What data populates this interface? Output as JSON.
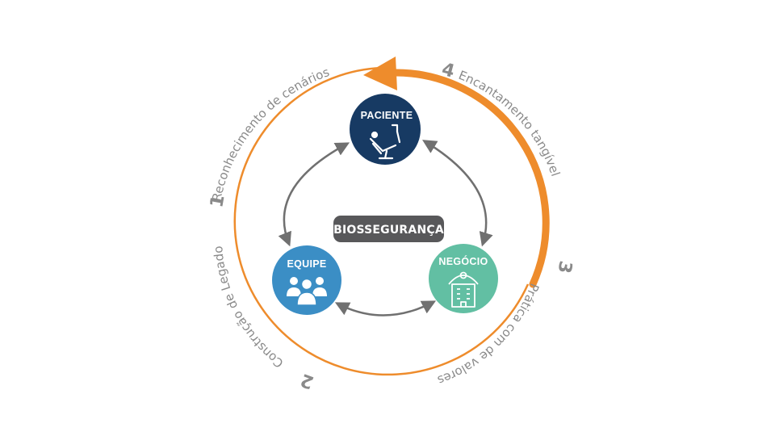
{
  "center": {
    "label": "BIOSSEGURANÇA"
  },
  "nodes": {
    "paciente": {
      "label": "PACIENTE",
      "color": "#173a63"
    },
    "equipe": {
      "label": "EQUIPE",
      "color": "#3b8ec5"
    },
    "negocio": {
      "label": "NEGÓCIO",
      "color": "#62bfa3"
    }
  },
  "steps": [
    {
      "number": "1",
      "label": "Reconhecimento de cenários"
    },
    {
      "number": "2",
      "label": "Construção de Legado"
    },
    {
      "number": "3",
      "label": "Prática com de valores"
    },
    {
      "number": "4",
      "label": "Encantamento tangível"
    }
  ],
  "colors": {
    "orange": "#ee8c2c",
    "arrow_gray": "#707070",
    "label_gray": "#8a8a8a",
    "pill": "#58585a"
  }
}
